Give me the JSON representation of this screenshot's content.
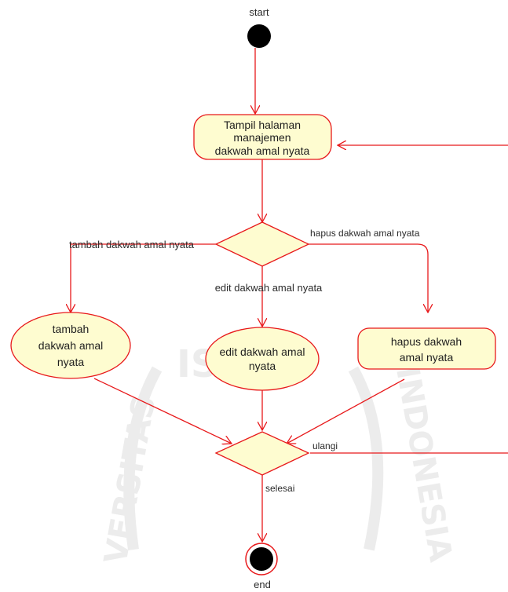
{
  "labels": {
    "start": "start",
    "end": "end",
    "tambah_edge": "tambah dakwah amal nyata",
    "edit_edge": "edit dakwah amal nyata",
    "hapus_edge": "hapus dakwah amal nyata",
    "ulangi": "ulangi",
    "selesai": "selesai"
  },
  "nodes": {
    "tampil": [
      "Tampil halaman",
      "manajemen",
      "dakwah amal nyata"
    ],
    "tambah": [
      "tambah",
      "dakwah amal",
      "nyata"
    ],
    "edit": [
      "edit dakwah amal",
      "nyata"
    ],
    "hapus": [
      "hapus dakwah",
      "amal nyata"
    ]
  },
  "watermark": {
    "arc_top": "ISLAM",
    "arc_left": "VERSITAS",
    "arc_right": "INDONESIA"
  },
  "colors": {
    "edge": "#e8191b",
    "node_fill": "#fefcd0",
    "initial": "#000000"
  }
}
